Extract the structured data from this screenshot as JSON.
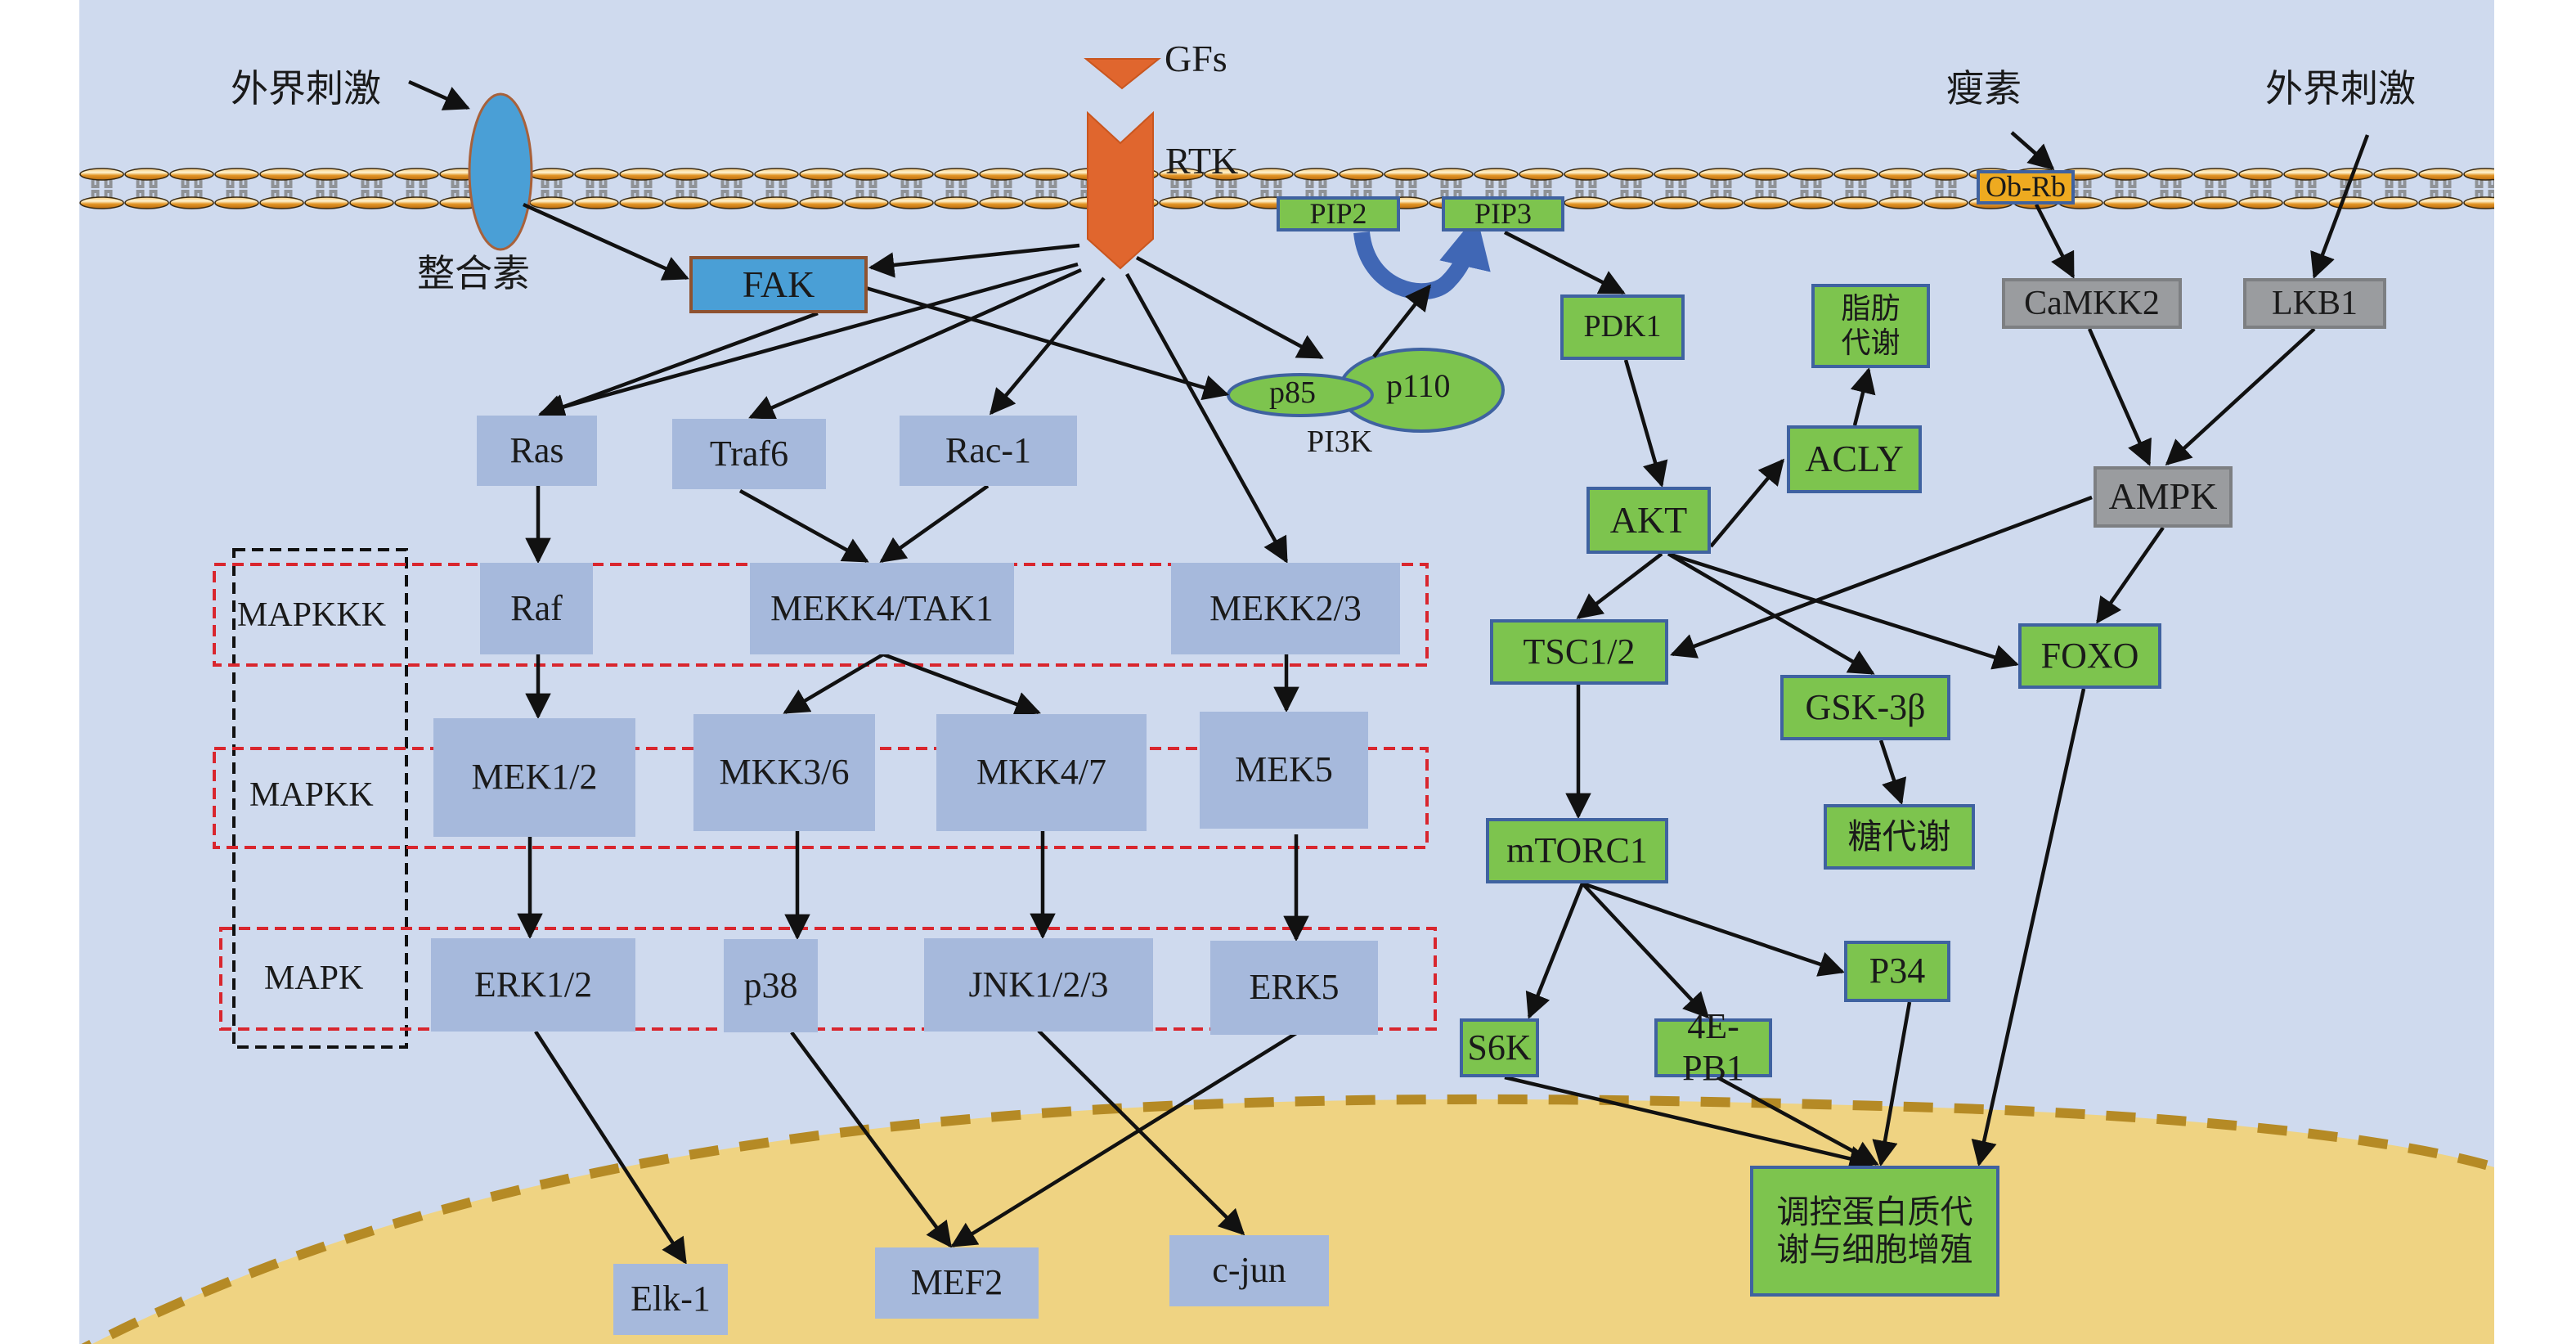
{
  "figure": {
    "colors": {
      "cytoplasm": "#cfdaee",
      "nucleus": "#efd382",
      "nucleus_edge": "#b58a25",
      "mapk_node": "#a6b9dc",
      "akt_node": "#7dc44e",
      "ampk_node": "#9a9c9f",
      "receptor": "#e0662e",
      "integrin": "#4a9fd6",
      "leptin_receptor": "#eeaa20",
      "mapk_tier_box": "#d9262e"
    }
  },
  "labels": {
    "external_stimulus_left": "外界刺激",
    "integrin": "整合素",
    "gfs": "GFs",
    "rtk": "RTK",
    "leptin": "瘦素",
    "external_stimulus_right": "外界刺激",
    "pi3k": "PI3K"
  },
  "tiers": {
    "mapkkk": "MAPKKK",
    "mapkk": "MAPKK",
    "mapk": "MAPK"
  },
  "nodes": {
    "fak": "FAK",
    "ras": "Ras",
    "traf6": "Traf6",
    "rac1": "Rac-1",
    "raf": "Raf",
    "mekk4_tak1": "MEKK4/TAK1",
    "mekk2_3": "MEKK2/3",
    "mek1_2": "MEK1/2",
    "mkk3_6": "MKK3/6",
    "mkk4_7": "MKK4/7",
    "mek5": "MEK5",
    "erk1_2": "ERK1/2",
    "p38": "p38",
    "jnk": "JNK1/2/3",
    "erk5": "ERK5",
    "elk1": "Elk-1",
    "mef2": "MEF2",
    "cjun": "c-jun",
    "pip2": "PIP2",
    "pip3": "PIP3",
    "p85": "p85",
    "p110": "p110",
    "pdk1": "PDK1",
    "lipid_line1": "脂肪",
    "lipid_line2": "代谢",
    "acly": "ACLY",
    "akt": "AKT",
    "tsc": "TSC1/2",
    "gsk3b": "GSK-3β",
    "foxo": "FOXO",
    "mtorc1": "mTORC1",
    "glucose": "糖代谢",
    "p34": "P34",
    "s6k": "S6K",
    "4epb1": "4E-PB1",
    "outcome_line1": "调控蛋白质代",
    "outcome_line2": "谢与细胞增殖",
    "obrb": "Ob-Rb",
    "camkk2": "CaMKK2",
    "lkb1": "LKB1",
    "ampk": "AMPK"
  }
}
